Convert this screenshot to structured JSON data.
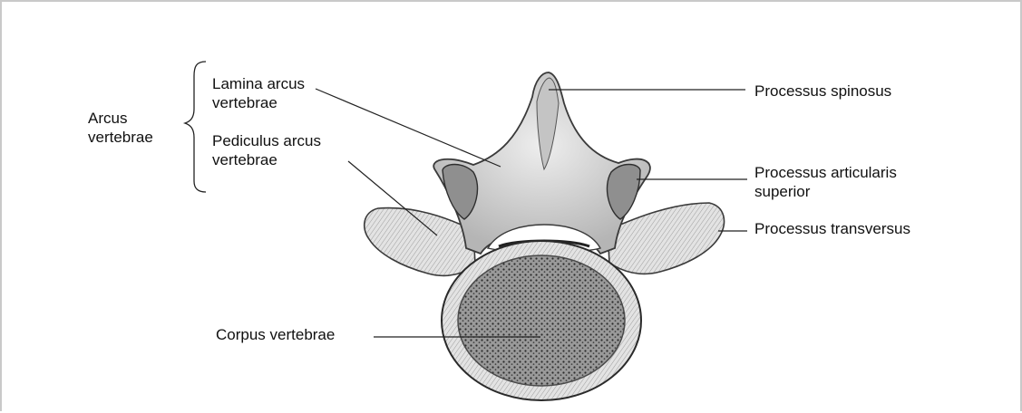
{
  "labels": {
    "arcus": [
      "Arcus",
      "vertebrae"
    ],
    "lamina": [
      "Lamina arcus",
      "vertebrae"
    ],
    "pediculus": [
      "Pediculus arcus",
      "vertebrae"
    ],
    "corpus": "Corpus vertebrae",
    "spinosus": "Processus spinosus",
    "articularis": [
      "Processus articularis",
      "superior"
    ],
    "transversus": "Processus transversus"
  },
  "colors": {
    "bone_fill": "#d9d9d9",
    "bone_shadow": "#7a7a7a",
    "ink": "#111111",
    "border": "#c9c9c9"
  }
}
